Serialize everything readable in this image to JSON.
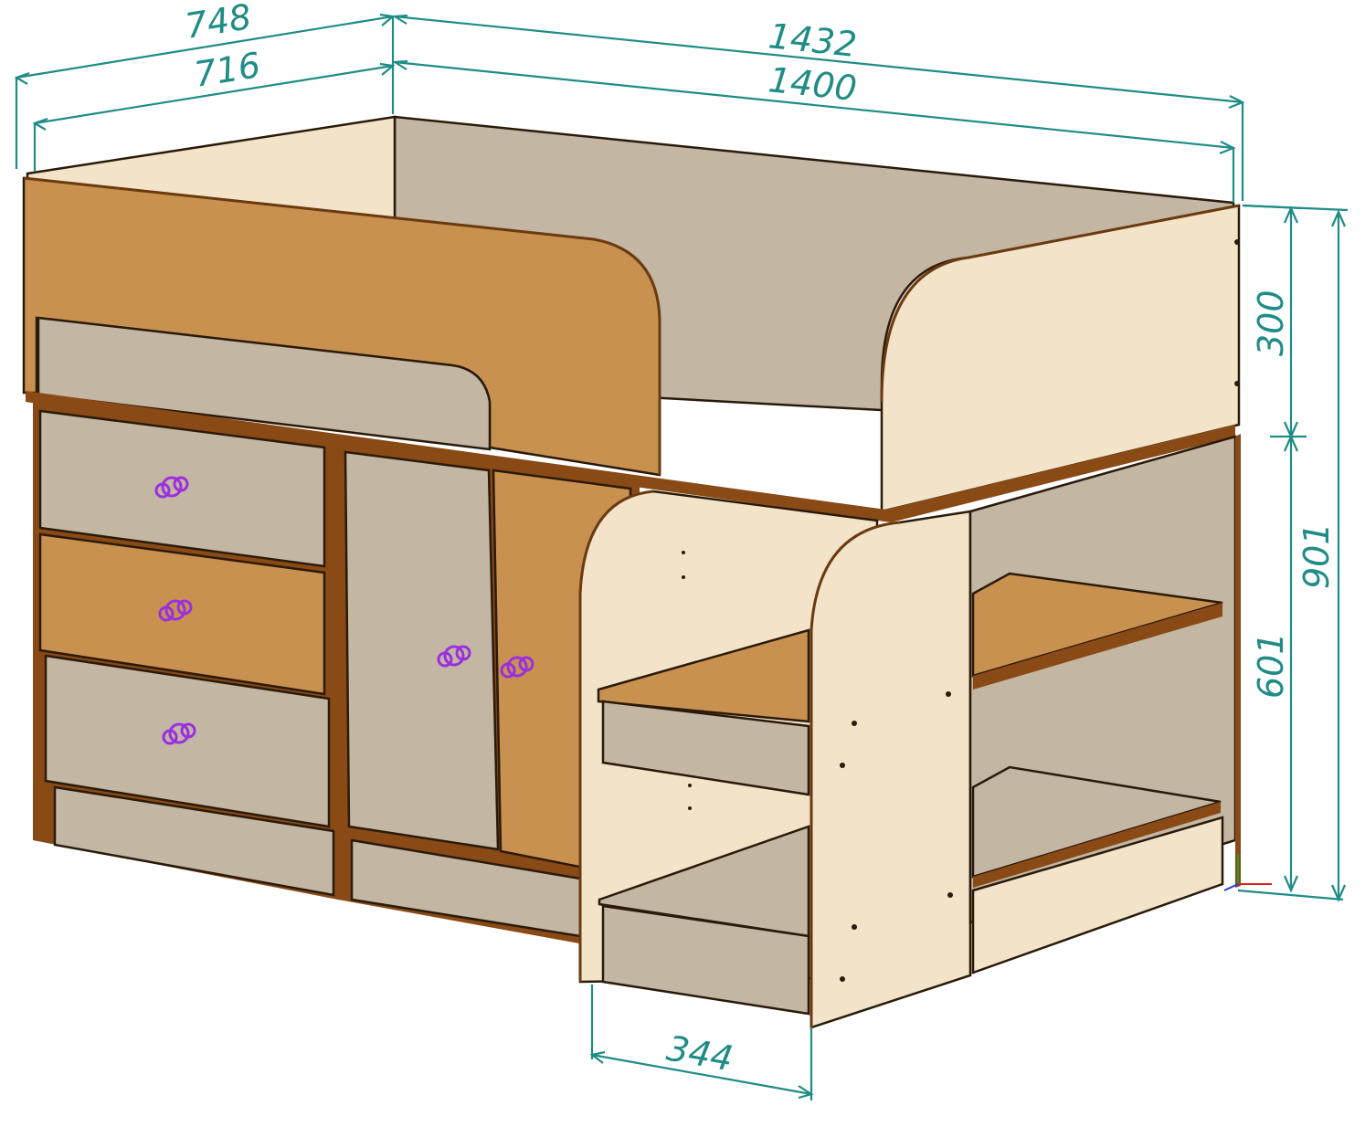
{
  "colors": {
    "dimension": "#1f8c86",
    "light_panel": "#f2e3c9",
    "gray_panel": "#c3b6a3",
    "orange_panel": "#c9914f",
    "edge_band": "#8a4a16",
    "knob": "#9a2fe0"
  },
  "dimensions": {
    "depth_outer": "748",
    "depth_inner": "716",
    "length_outer": "1432",
    "length_inner": "1400",
    "top_height": "300",
    "total_height": "901",
    "lower_height": "601",
    "step_width": "344"
  },
  "icons": {
    "knob": "drawer-knob-icon",
    "axes": "coordinate-axes-icon"
  }
}
